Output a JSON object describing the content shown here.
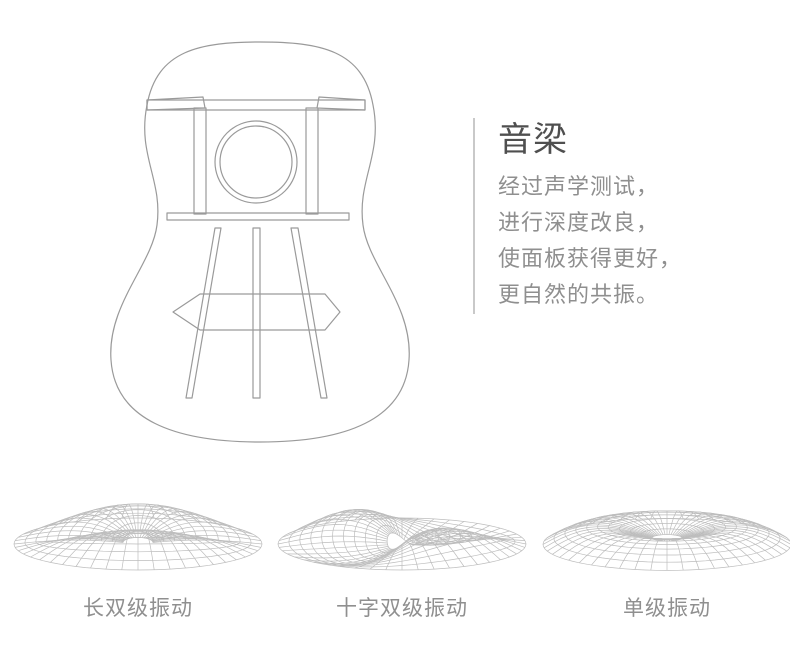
{
  "section": {
    "title": "音梁",
    "lines": [
      "经过声学测试，",
      "进行深度改良，",
      "使面板获得更好，",
      "更自然的共振。"
    ]
  },
  "modes": [
    {
      "label": "长双级振动",
      "icon": "long-dipole-vibration-mesh-icon"
    },
    {
      "label": "十字双级振动",
      "icon": "cross-dipole-vibration-mesh-icon"
    },
    {
      "label": "单级振动",
      "icon": "monopole-vibration-mesh-icon"
    }
  ],
  "colors": {
    "line": "#9a9a9a",
    "mesh": "#bdbdbd",
    "title": "#4f4f4f",
    "text": "#8f8f8f"
  }
}
